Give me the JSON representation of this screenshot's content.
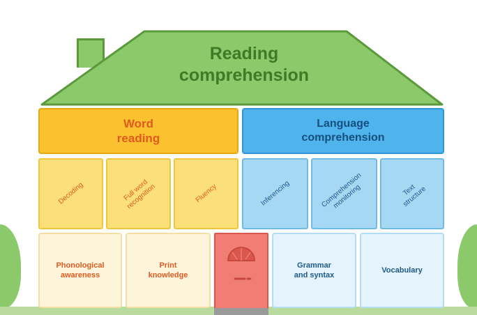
{
  "title": "Reading\ncomprehension",
  "categories": {
    "word_reading": "Word\nreading",
    "language_comprehension": "Language\ncomprehension"
  },
  "word_reading_skills": [
    "Decoding",
    "Full word\nrecognition",
    "Fluency"
  ],
  "language_skills": [
    "Inferencing",
    "Comprehension\nmonitoring",
    "Text\nstructure"
  ],
  "foundation": {
    "phonological": "Phonological\nawareness",
    "print": "Print\nknowledge",
    "grammar": "Grammar\nand syntax",
    "vocabulary": "Vocabulary"
  },
  "colors": {
    "roof": "#8cc96a",
    "roof_border": "#5b9a3c",
    "word_reading": "#f9c22e",
    "language": "#4fb3ec",
    "door": "#f07e74"
  },
  "icons": [
    "chimney",
    "door",
    "bush",
    "bush"
  ]
}
